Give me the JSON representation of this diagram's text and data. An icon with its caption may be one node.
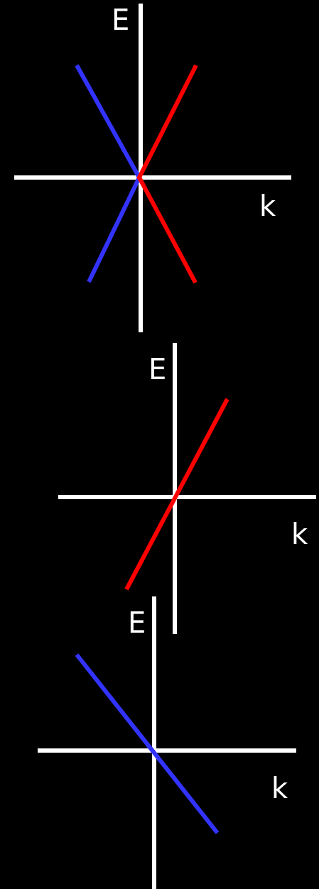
{
  "diagram": {
    "labels": [
      "E",
      "k",
      "E",
      "k",
      "E",
      "k"
    ]
  }
}
